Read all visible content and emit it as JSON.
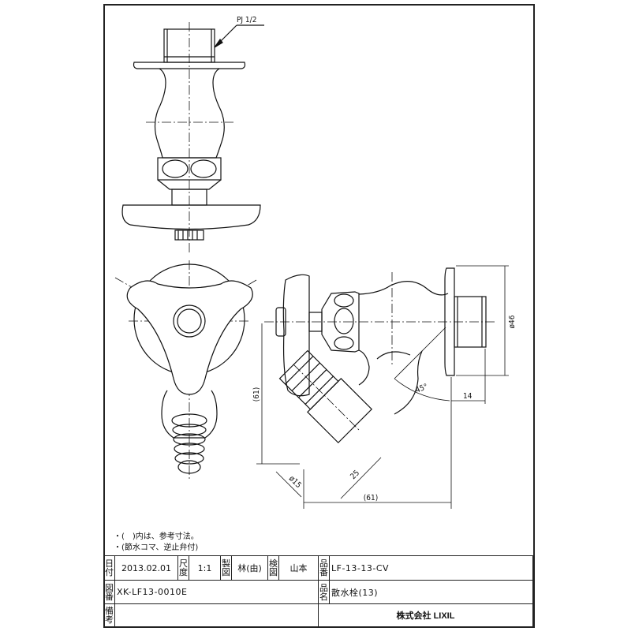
{
  "drawing": {
    "callouts": {
      "thread": "PJ 1/2"
    },
    "dimensions": {
      "flange_diameter": "ø46",
      "spout_angle": "45°",
      "thread_length": "14",
      "vertical_ref": "(61)",
      "horizontal_ref": "(61)",
      "hose_diameter": "ø15",
      "hose_length": "25"
    }
  },
  "notes": [
    "・(　)内は、参考寸法。",
    "・(節水コマ、逆止弁付)"
  ],
  "title_block": {
    "date_label": [
      "日",
      "付"
    ],
    "date": "2013.02.01",
    "scale_label": [
      "尺",
      "度"
    ],
    "scale": "1:1",
    "drawn_label": [
      "製",
      "図"
    ],
    "drawn_by": "林(由)",
    "checked_label": [
      "検",
      "図"
    ],
    "checked_by": "山本",
    "part_no_label": [
      "品",
      "番"
    ],
    "part_no": "LF-13-13-CV",
    "drawing_no_label": [
      "図",
      "番"
    ],
    "drawing_no": "XK-LF13-0010E",
    "part_name_label": [
      "品",
      "名"
    ],
    "part_name": "散水栓(13)",
    "remarks_label": [
      "備",
      "考"
    ],
    "remarks": "",
    "company": "株式会社 LIXIL"
  }
}
